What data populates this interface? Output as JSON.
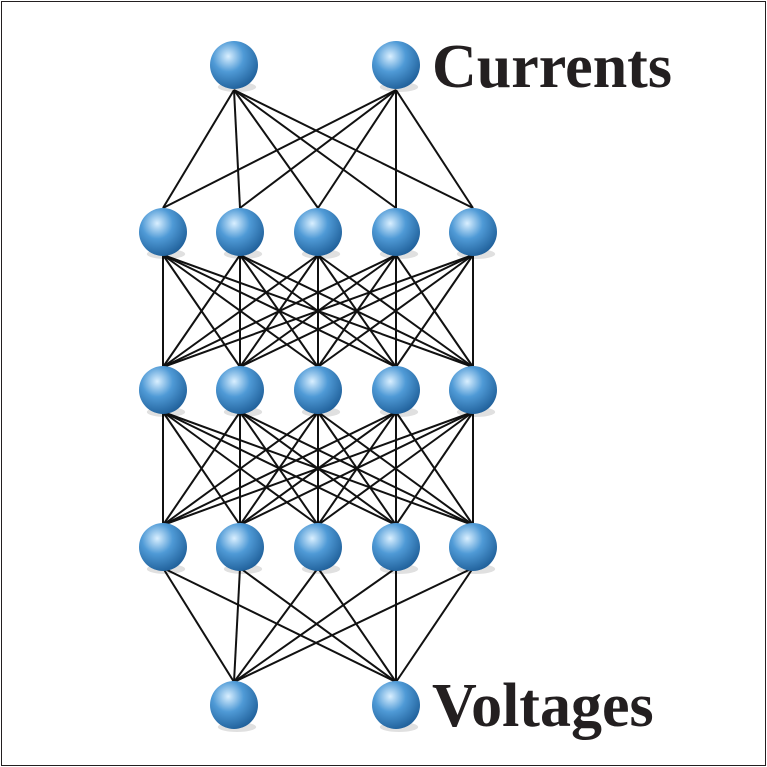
{
  "labels": {
    "top": "Currents",
    "bottom": "Voltages"
  },
  "network": {
    "layer_sizes": [
      2,
      5,
      5,
      5,
      2
    ],
    "connectivity": "fully-connected between adjacent layers",
    "top_layer": "Currents",
    "bottom_layer": "Voltages"
  },
  "colors": {
    "node_light": "#d9efff",
    "node_mid": "#4f9ad6",
    "node_dark": "#1f5f99",
    "edge": "#111111",
    "text": "#231f20",
    "border": "#231f20"
  }
}
